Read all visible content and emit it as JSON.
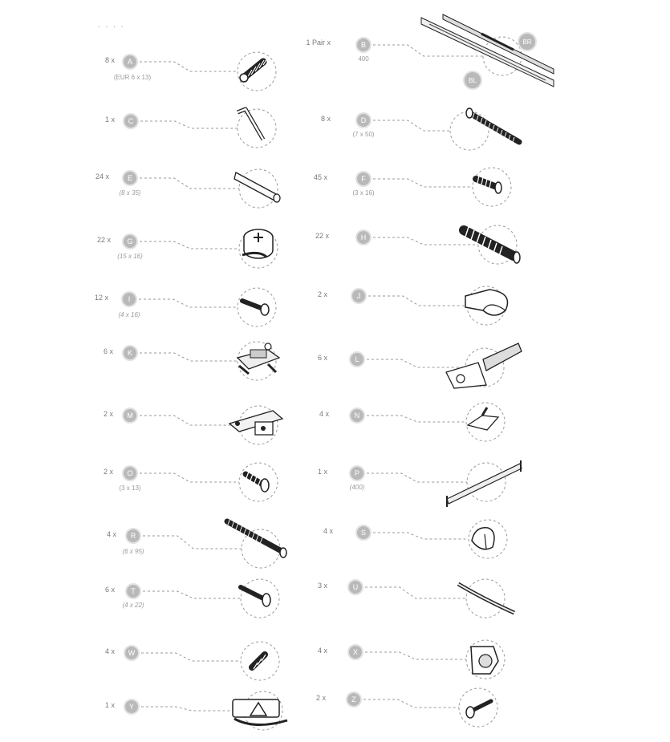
{
  "header_mark": ". . . .",
  "parts": [
    {
      "letter": "A",
      "qty": "8 x",
      "dim": "(EUR 6 x 13)",
      "icon": "euro-screw-icon"
    },
    {
      "letter": "B",
      "qty": "1 Pair x",
      "dim": "400",
      "icon": "drawer-runner-icon"
    },
    {
      "letter": "C",
      "qty": "1 x",
      "dim": "",
      "icon": "allen-key-icon"
    },
    {
      "letter": "D",
      "qty": "8 x",
      "dim": "(7 x 50)",
      "icon": "confirmat-screw-icon"
    },
    {
      "letter": "E",
      "qty": "24 x",
      "dim": "(8 x 35)",
      "icon": "wood-dowel-icon"
    },
    {
      "letter": "F",
      "qty": "45 x",
      "dim": "(3 x 16)",
      "icon": "short-screw-icon"
    },
    {
      "letter": "G",
      "qty": "22 x",
      "dim": "(15 x 16)",
      "icon": "cam-lock-icon"
    },
    {
      "letter": "H",
      "qty": "22 x",
      "dim": "",
      "icon": "wall-plug-icon"
    },
    {
      "letter": "I",
      "qty": "12 x",
      "dim": "(4 x 16)",
      "icon": "countersunk-screw-icon"
    },
    {
      "letter": "J",
      "qty": "2 x",
      "dim": "",
      "icon": "hanging-bracket-icon"
    },
    {
      "letter": "K",
      "qty": "6 x",
      "dim": "",
      "icon": "mounting-plate-icon"
    },
    {
      "letter": "L",
      "qty": "6 x",
      "dim": "",
      "icon": "cabinet-hinge-icon"
    },
    {
      "letter": "M",
      "qty": "2 x",
      "dim": "",
      "icon": "hinge-plate-icon"
    },
    {
      "letter": "N",
      "qty": "4 x",
      "dim": "",
      "icon": "shelf-support-icon"
    },
    {
      "letter": "O",
      "qty": "2 x",
      "dim": "(3 x 13)",
      "icon": "pan-head-screw-icon"
    },
    {
      "letter": "P",
      "qty": "1 x",
      "dim": "(400)",
      "icon": "metal-rail-icon"
    },
    {
      "letter": "R",
      "qty": "4 x",
      "dim": "(6 x 95)",
      "icon": "long-bolt-icon"
    },
    {
      "letter": "S",
      "qty": "4 x",
      "dim": "",
      "icon": "plastic-cap-icon"
    },
    {
      "letter": "T",
      "qty": "6 x",
      "dim": "(4 x 22)",
      "icon": "wood-screw-icon"
    },
    {
      "letter": "U",
      "qty": "3 x",
      "dim": "",
      "icon": "bow-handle-icon"
    },
    {
      "letter": "W",
      "qty": "4 x",
      "dim": "",
      "icon": "small-dowel-screw-icon"
    },
    {
      "letter": "X",
      "qty": "4 x",
      "dim": "",
      "icon": "connector-housing-icon"
    },
    {
      "letter": "Y",
      "qty": "1 x",
      "dim": "",
      "icon": "warning-strap-kit-icon"
    },
    {
      "letter": "Z",
      "qty": "2 x",
      "dim": "",
      "icon": "phillips-screw-icon"
    }
  ],
  "runner_labels": {
    "right": "BR",
    "left": "BL"
  }
}
